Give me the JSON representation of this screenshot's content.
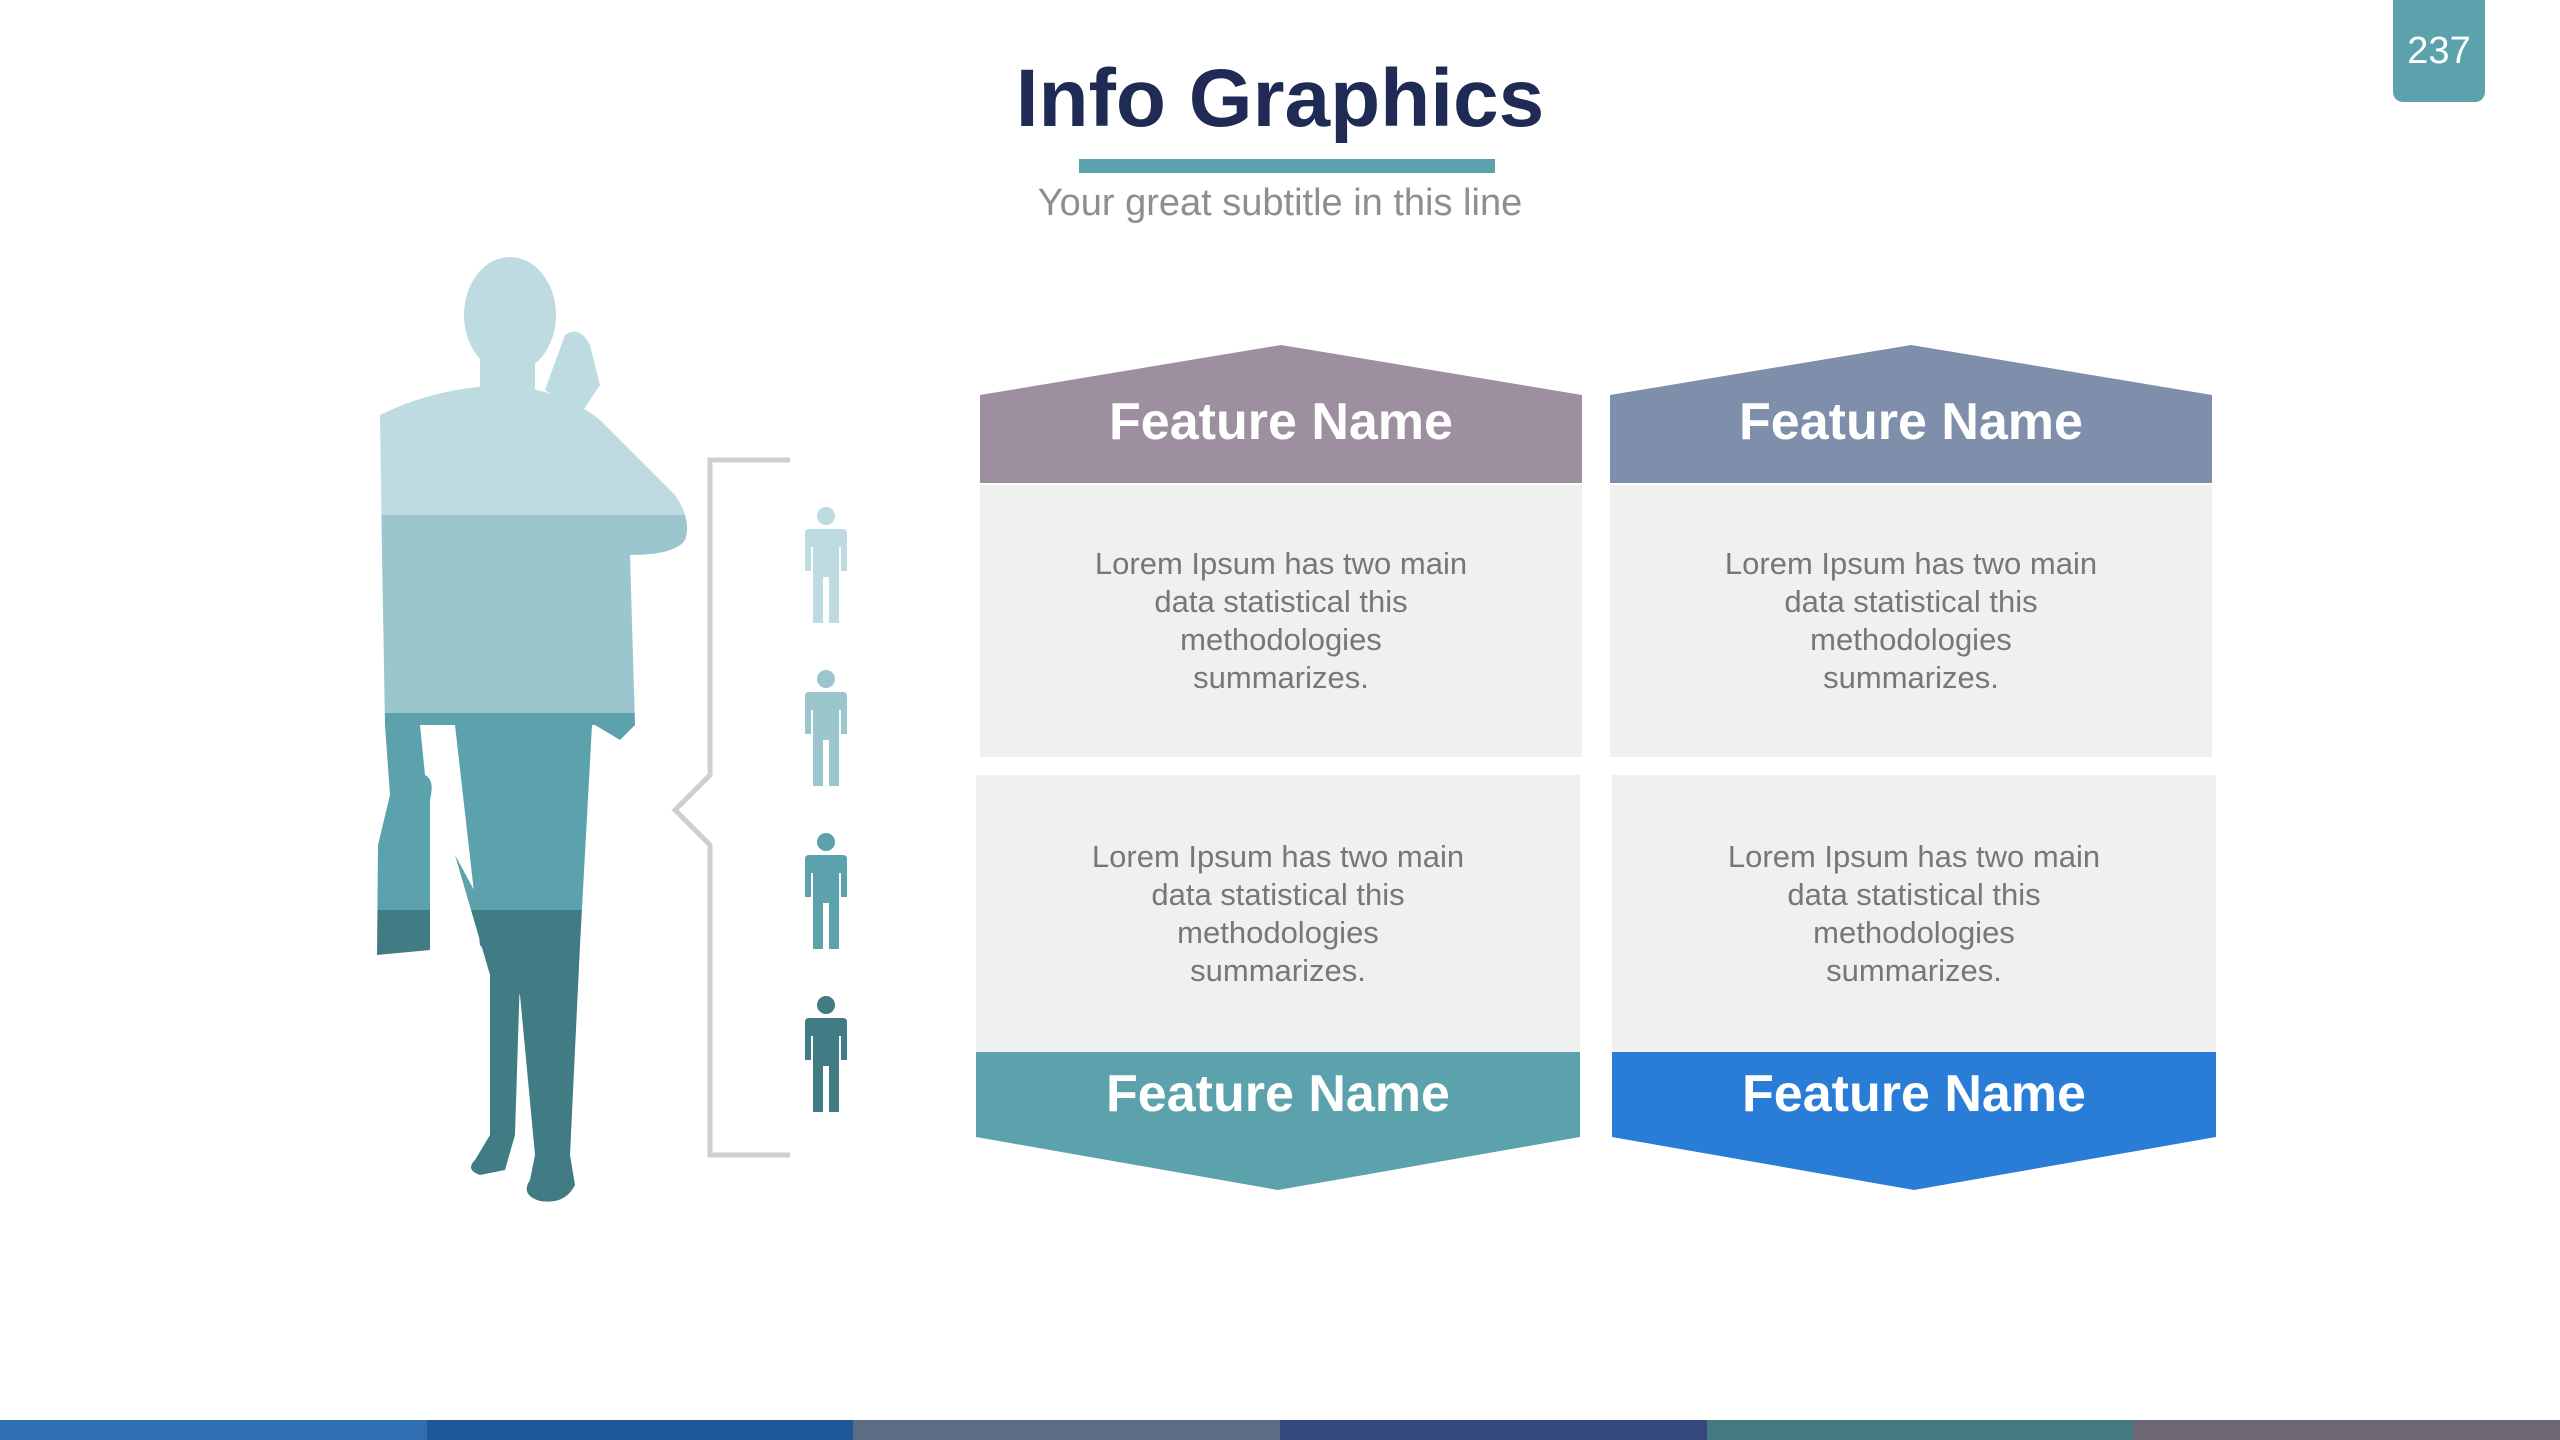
{
  "page_number": "237",
  "header": {
    "title": "Info Graphics",
    "subtitle": "Your great subtitle in this line"
  },
  "colors": {
    "accent": "#5ba2ad",
    "title": "#1f2a55",
    "card_top_left": "#9e8fa0",
    "card_top_right": "#7f8eaa",
    "card_bottom_left": "#5ba2ad",
    "card_bottom_right": "#2a7dd6",
    "person_levels": [
      "#bddbe0",
      "#9cc6cd",
      "#5ba2ad",
      "#417c85"
    ],
    "bottom_bar": [
      "#2f6fb1",
      "#1e5899",
      "#5a6d85",
      "#36497c",
      "#427a7f",
      "#6d6675"
    ]
  },
  "icons": [
    "person-silhouette-icon",
    "person-icon",
    "bracket-icon"
  ],
  "cards": [
    {
      "title": "Feature Name",
      "text": "Lorem Ipsum has two main data statistical this methodologies summarizes."
    },
    {
      "title": "Feature Name",
      "text": "Lorem Ipsum has two main data statistical this methodologies summarizes."
    },
    {
      "title": "Feature Name",
      "text": "Lorem Ipsum has two main data statistical this methodologies summarizes."
    },
    {
      "title": "Feature Name",
      "text": "Lorem Ipsum has two main data statistical this methodologies summarizes."
    }
  ]
}
